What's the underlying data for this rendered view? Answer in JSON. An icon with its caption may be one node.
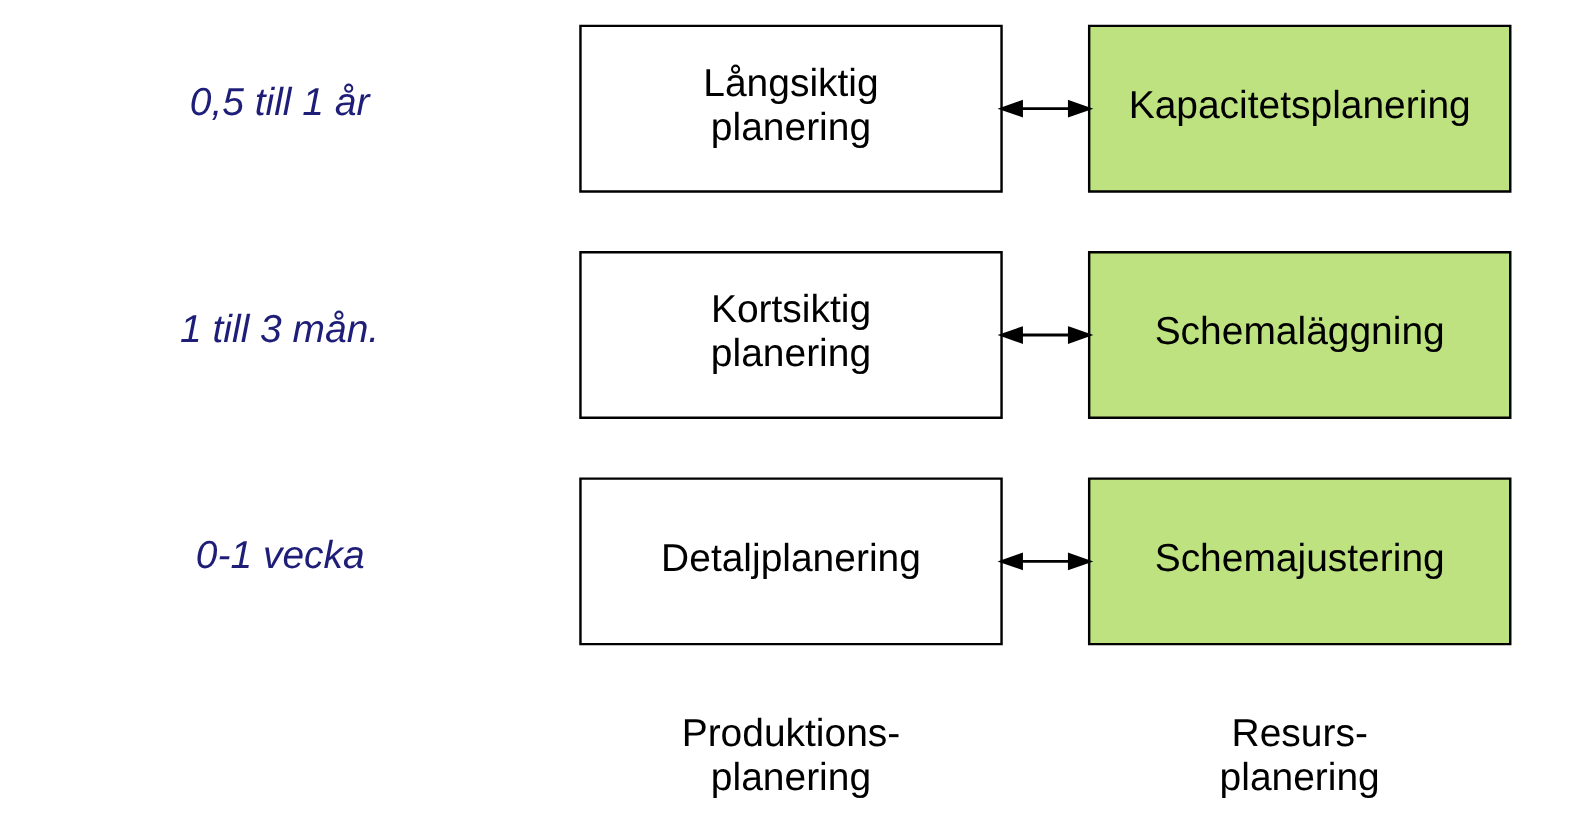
{
  "diagram": {
    "nodes": [
      {
        "text": [
          "Långsiktig planering"
        ]
      },
      {
        "text": [
          "Kapacitetsplanering"
        ]
      },
      {
        "text": [
          "Kortsiktig planering"
        ]
      },
      {
        "text": [
          "Schemaläggning"
        ]
      },
      {
        "text": [
          "Detaljplanering"
        ]
      },
      {
        "text": [
          "Schemajustering"
        ]
      }
    ],
    "edges": [
      {
        "from": 0,
        "to": 1,
        "arrow": "both"
      },
      {
        "from": 2,
        "to": 3,
        "arrow": "both"
      },
      {
        "from": 4,
        "to": 5,
        "arrow": "both"
      }
    ],
    "labels": [
      "Produktions- planering",
      "Resurs- planering",
      "0,5 till 1 år",
      "1 till 3 mån.",
      "0-1 vecka"
    ]
  }
}
